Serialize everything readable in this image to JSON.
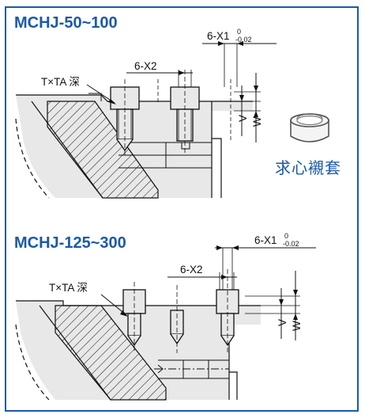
{
  "colors": {
    "accent": "#1a5aa8",
    "fill": "#e8e8e8",
    "line": "#111111"
  },
  "section1": {
    "title": "MCHJ-50~100",
    "dim_x1": "6-X1",
    "dim_x1_upper": "0",
    "dim_x1_lower": "-0.02",
    "dim_x2": "6-X2",
    "thread_label": "T×TA 深",
    "dim_v": "V",
    "dim_w": "W"
  },
  "bushing": {
    "caption": "求心襯套",
    "icon": "bushing-ring-icon"
  },
  "section2": {
    "title": "MCHJ-125~300",
    "dim_x1": "6-X1",
    "dim_x1_upper": "0",
    "dim_x1_lower": "-0.02",
    "dim_x2": "6-X2",
    "thread_label": "T×TA 深",
    "dim_v": "V",
    "dim_w": "W"
  }
}
